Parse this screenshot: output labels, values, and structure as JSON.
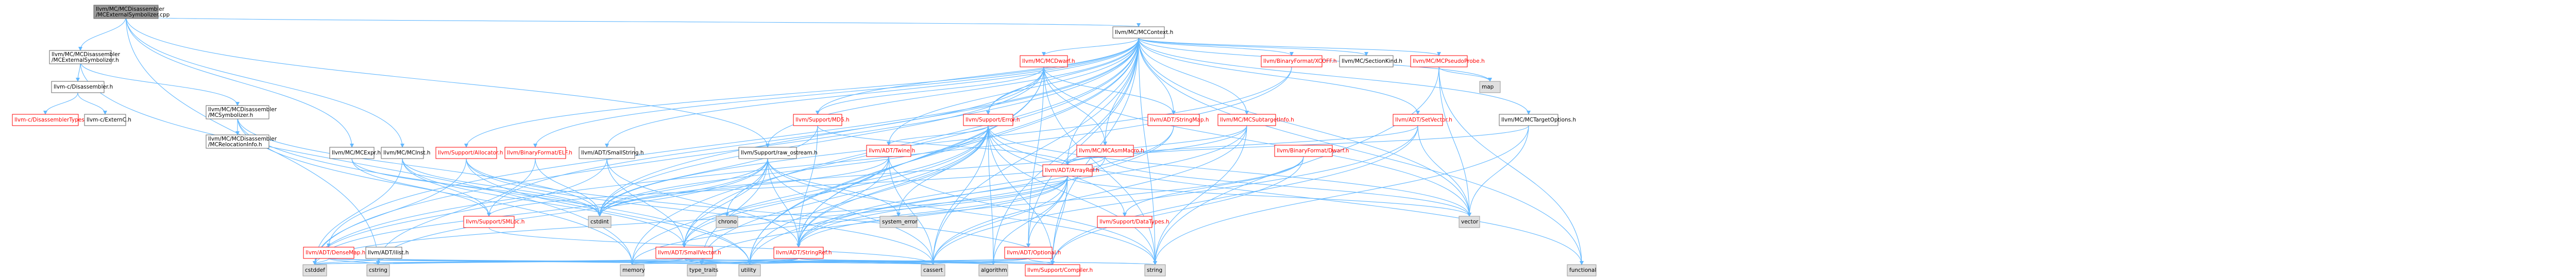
{
  "colors": {
    "edge": "#63b8ff",
    "root_fill": "#999999",
    "red_text": "#ff0000",
    "ext_fill": "#e0e0e0",
    "node_border": "#666666"
  },
  "nodes": {
    "root": [
      "llvm/MC/MCDisassembler",
      "/MCExternalSymbolizer.cpp"
    ],
    "mcctx": [
      "llvm/MC/MCContext.h"
    ],
    "mcextsym": [
      "llvm/MC/MCDisassembler",
      "/MCExternalSymbolizer.h"
    ],
    "disasm": [
      "llvm-c/Disassembler.h"
    ],
    "disasmtypes": [
      "llvm-c/DisassemblerTypes.h"
    ],
    "externc": [
      "llvm-c/ExternC.h"
    ],
    "mcsymbolizer": [
      "llvm/MC/MCDisassembler",
      "/MCSymbolizer.h"
    ],
    "mcreloc": [
      "llvm/MC/MCDisassembler",
      "/MCRelocationInfo.h"
    ],
    "mcexpr": [
      "llvm/MC/MCExpr.h"
    ],
    "mcinst": [
      "llvm/MC/MCInst.h"
    ],
    "allocator": [
      "llvm/Support/Allocator.h"
    ],
    "elf": [
      "llvm/BinaryFormat/ELF.h"
    ],
    "smallstring": [
      "llvm/ADT/SmallString.h"
    ],
    "rawostream": [
      "llvm/Support/raw_ostream.h"
    ],
    "mcdwarf": [
      "llvm/MC/MCDwarf.h"
    ],
    "md5": [
      "llvm/Support/MD5.h"
    ],
    "error": [
      "llvm/Support/Error.h"
    ],
    "twine": [
      "llvm/ADT/Twine.h"
    ],
    "mcasmmacro": [
      "llvm/MC/MCAsmMacro.h"
    ],
    "stringmap": [
      "llvm/ADT/StringMap.h"
    ],
    "xcoff": [
      "llvm/BinaryFormat/XCOFF.h"
    ],
    "mcsubtarget": [
      "llvm/MC/MCSubtargetInfo.h"
    ],
    "sectionkind": [
      "llvm/MC/SectionKind.h"
    ],
    "setvector": [
      "llvm/ADT/SetVector.h"
    ],
    "pseudoprobe": [
      "llvm/MC/MCPseudoProbe.h"
    ],
    "targetoptions": [
      "llvm/MC/MCTargetOptions.h"
    ],
    "map": [
      "map"
    ],
    "arrayref": [
      "llvm/ADT/ArrayRef.h"
    ],
    "dwarf": [
      "llvm/BinaryFormat/Dwarf.h"
    ],
    "densemap": [
      "llvm/ADT/DenseMap.h"
    ],
    "ilist": [
      "llvm/ADT/ilist.h"
    ],
    "smallvector": [
      "llvm/ADT/SmallVector.h"
    ],
    "stringref": [
      "llvm/ADT/StringRef.h"
    ],
    "optional": [
      "llvm/ADT/Optional.h"
    ],
    "mathextras": [
      "llvm/Support/SMLoc.h"
    ],
    "datatypes": [
      "llvm/Support/DataTypes.h"
    ],
    "compiler": [
      "llvm/Support/Compiler.h"
    ],
    "chrono": [
      "chrono"
    ],
    "systemerror": [
      "system_error"
    ],
    "cstdint": [
      "cstdint"
    ],
    "cstddef": [
      "cstddef"
    ],
    "cstring": [
      "cstring"
    ],
    "memory": [
      "memory"
    ],
    "typetraits": [
      "type_traits"
    ],
    "utility": [
      "utility"
    ],
    "cassert": [
      "cassert"
    ],
    "algorithm": [
      "algorithm"
    ],
    "string": [
      "string"
    ],
    "vector": [
      "vector"
    ],
    "functional": [
      "functional"
    ]
  }
}
